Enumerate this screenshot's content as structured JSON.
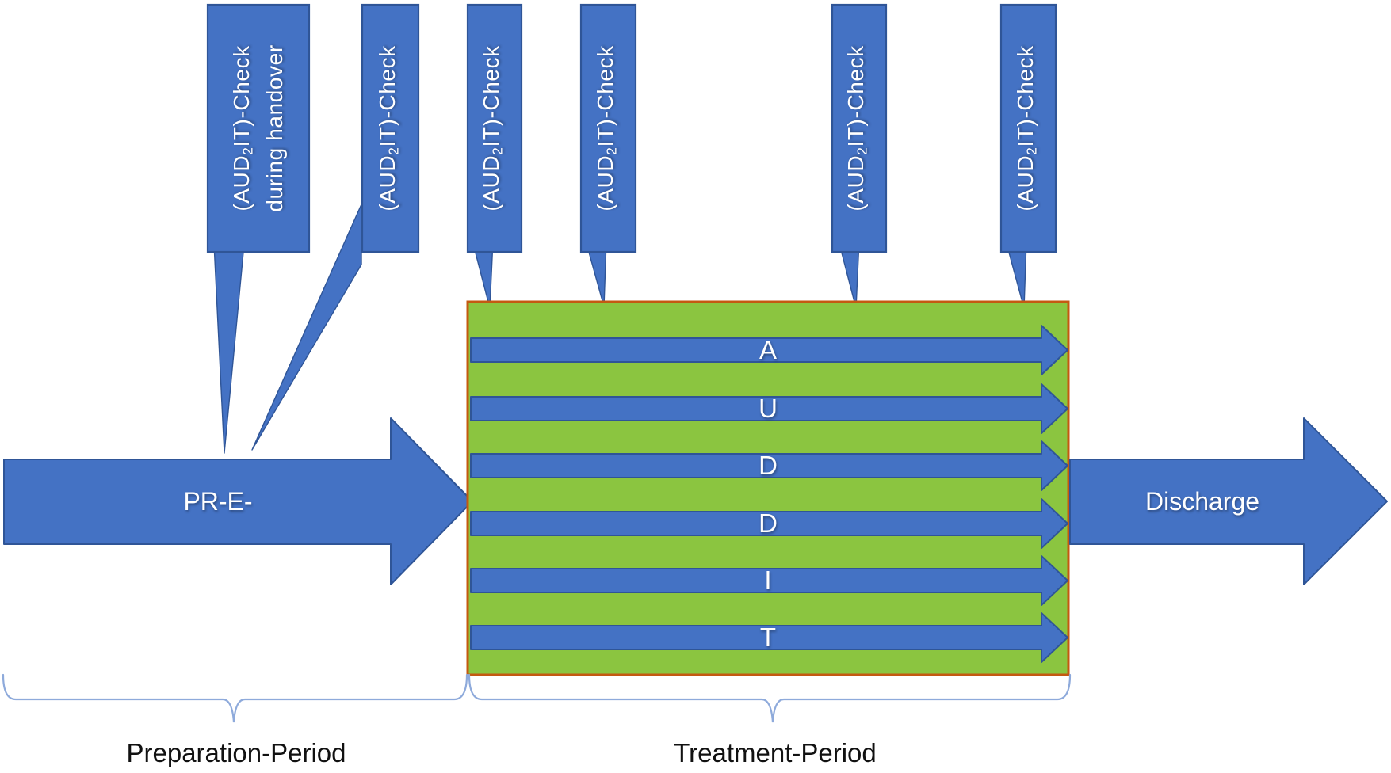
{
  "callouts": [
    {
      "pre": "(AUD",
      "sub": "2",
      "post": "IT)-Check",
      "line2": "during handover"
    },
    {
      "pre": "(AUD",
      "sub": "2",
      "post": "IT)-Check"
    },
    {
      "pre": "(AUD",
      "sub": "2",
      "post": "IT)-Check"
    },
    {
      "pre": "(AUD",
      "sub": "2",
      "post": "IT)-Check"
    },
    {
      "pre": "(AUD",
      "sub": "2",
      "post": "IT)-Check"
    },
    {
      "pre": "(AUD",
      "sub": "2",
      "post": "IT)-Check"
    }
  ],
  "preparation_arrow": {
    "label": "PR-E-"
  },
  "treatment_box": {
    "arrow_labels": [
      "A",
      "U",
      "D",
      "D",
      "I",
      "T"
    ]
  },
  "discharge_arrow": {
    "label": "Discharge"
  },
  "period_braces": {
    "preparation": "Preparation-Period",
    "treatment": "Treatment-Period"
  },
  "colors": {
    "blue": "#4472C4",
    "blue_dark": "#2F5597",
    "green": "#8BC540",
    "orange": "#C45911",
    "brace": "#8EAADB",
    "ink": "#111111"
  }
}
